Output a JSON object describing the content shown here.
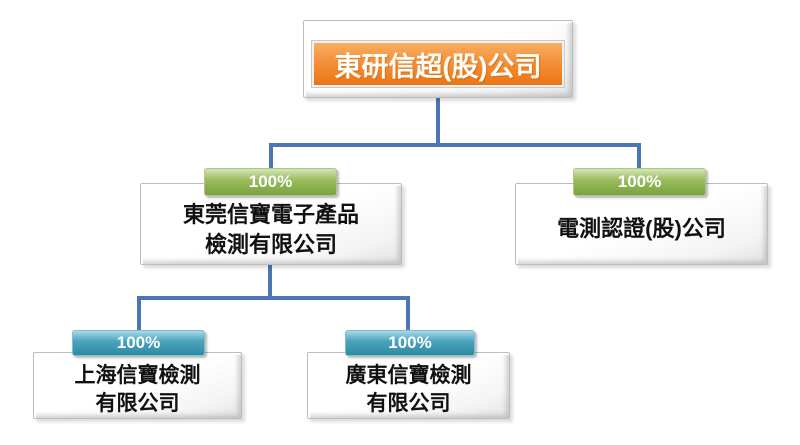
{
  "chart": {
    "type": "org-chart",
    "root": {
      "label": "東研信超(股)公司"
    },
    "level2": [
      {
        "ownership": "100%",
        "line1": "東莞信寶電子產品",
        "line2": "檢測有限公司"
      },
      {
        "ownership": "100%",
        "line1": "電測認證(股)公司"
      }
    ],
    "level3": [
      {
        "ownership": "100%",
        "line1": "上海信寶檢測",
        "line2": "有限公司"
      },
      {
        "ownership": "100%",
        "line1": "廣東信寶檢測",
        "line2": "有限公司"
      }
    ],
    "colors": {
      "connector": "#4A76B4",
      "root_fill_top": "#F9AD62",
      "root_fill_bottom": "#EC7514",
      "green_badge": "#9CBC5C",
      "teal_badge": "#4AA4BD",
      "box_fill": "#FFFFFF",
      "text": "#111111"
    }
  }
}
